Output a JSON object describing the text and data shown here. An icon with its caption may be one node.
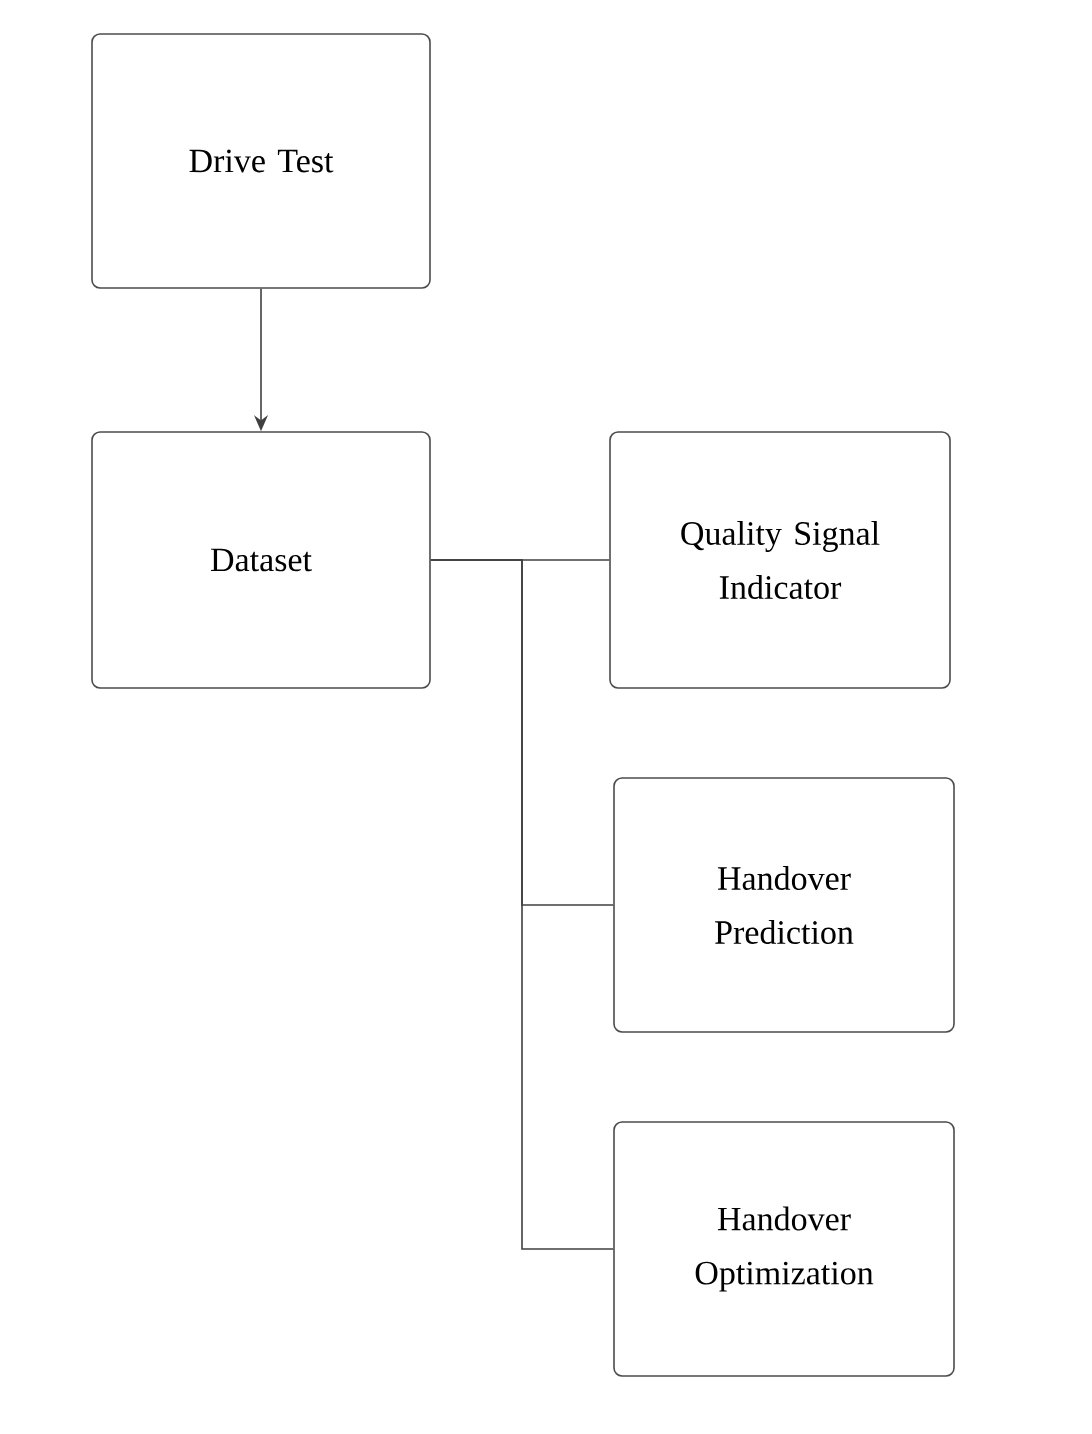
{
  "diagram": {
    "nodes": [
      {
        "text": [
          "Drive Test"
        ]
      },
      {
        "text": [
          "Dataset"
        ]
      },
      {
        "text": [
          "Quality Signal Indicator"
        ]
      },
      {
        "text": [
          "Handover Prediction"
        ]
      },
      {
        "text": [
          "Handover Optimization"
        ]
      }
    ],
    "edges": [
      {
        "from": 0,
        "to": 1,
        "arrow": "to"
      },
      {
        "from": 1,
        "to": 2,
        "arrow": "none"
      },
      {
        "from": 1,
        "to": 3,
        "arrow": "none"
      },
      {
        "from": 1,
        "to": 4,
        "arrow": "none"
      }
    ]
  }
}
